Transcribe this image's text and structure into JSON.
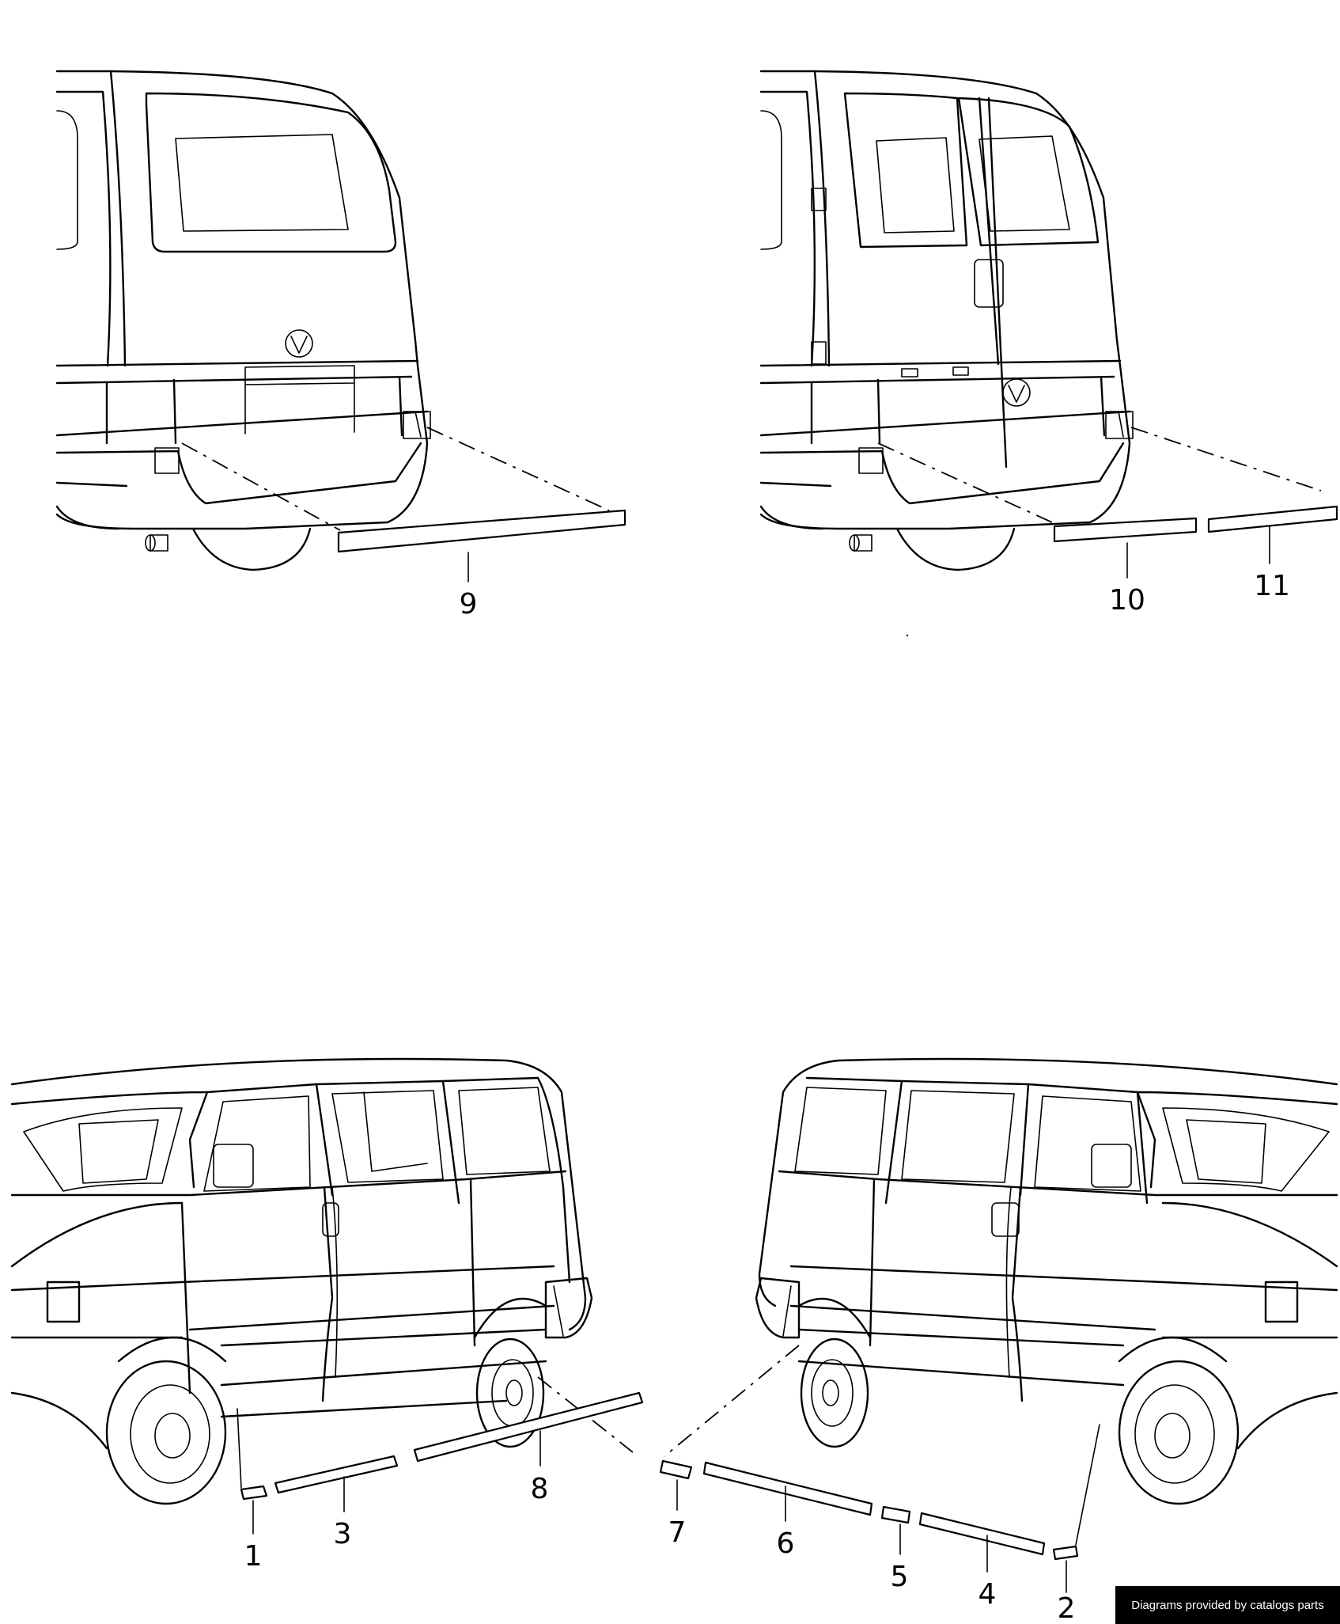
{
  "callouts": {
    "c1": "1",
    "c2": "2",
    "c3": "3",
    "c4": "4",
    "c5": "5",
    "c6": "6",
    "c7": "7",
    "c8": "8",
    "c9": "9",
    "c10": "10",
    "c11": "11"
  },
  "footer": {
    "credit": "Diagrams provided by catalogs parts"
  }
}
